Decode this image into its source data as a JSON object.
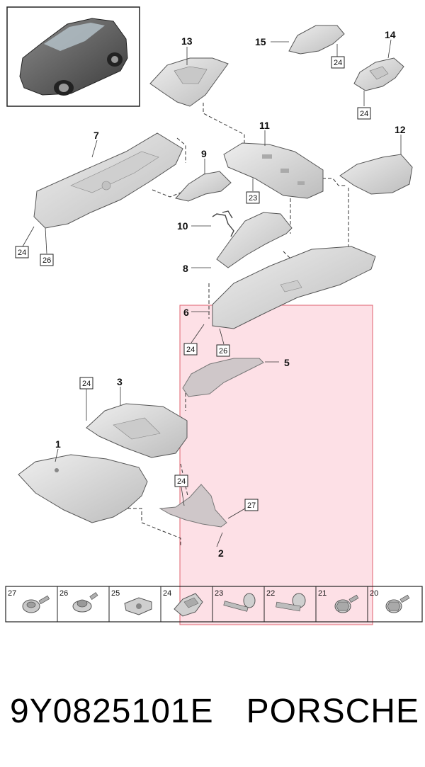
{
  "callouts": {
    "c1": "1",
    "c2": "2",
    "c3": "3",
    "c5": "5",
    "c6": "6",
    "c7": "7",
    "c8": "8",
    "c9": "9",
    "c10": "10",
    "c11": "11",
    "c12": "12",
    "c13": "13",
    "c14": "14",
    "c15": "15"
  },
  "ref_boxes": {
    "b24_15": "24",
    "b24_14": "24",
    "b23_11": "23",
    "b24_7": "24",
    "b26_7": "26",
    "b24_6": "24",
    "b26_6": "26",
    "b24_3": "24",
    "b24_2": "24",
    "b27_2": "27"
  },
  "fastener_strip": [
    "27",
    "26",
    "25",
    "24",
    "23",
    "22",
    "21",
    "20"
  ],
  "caption": {
    "part_number": "9Y0825101E",
    "brand": "PORSCHE"
  },
  "colors": {
    "highlight_fill": "#fcd3dc",
    "highlight_stroke": "#e0606e",
    "part_fill": "#d9d9d9",
    "line": "#333333"
  }
}
